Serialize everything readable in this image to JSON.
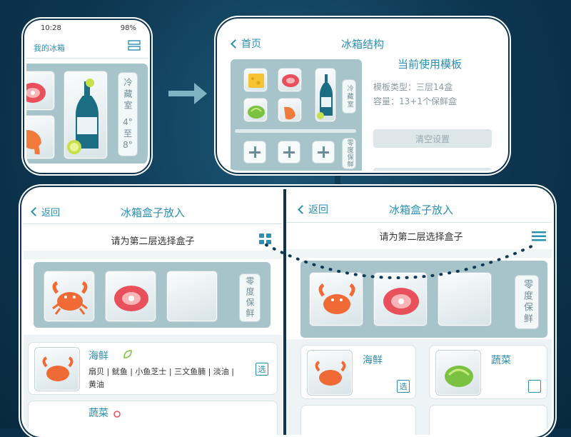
{
  "phone": {
    "time": "10:28",
    "battery": "98%",
    "title": "我的冰箱",
    "fridge_label": "冷藏室",
    "temp_top": "4°",
    "temp_mid": "至",
    "temp_bot": "8°"
  },
  "structure": {
    "back": "首页",
    "title": "冰箱结构",
    "current_template": "当前使用模板",
    "template_type": "模板类型：三层14盒",
    "capacity": "容量：13+1个保鲜盒",
    "clear_button": "清空设置",
    "fridge_label": "冷藏室",
    "fresh_label": "零度保鲜"
  },
  "left": {
    "back": "返回",
    "title": "冰箱盒子放入",
    "prompt": "请为第二层选择盒子",
    "fresh_label": "零度保鲜",
    "item1_name": "海鲜",
    "item1_desc": "扇贝 | 鱿鱼 | 小鱼芝士 | 三文鱼腩 | 淡油 | 黄油",
    "item1_select": "选",
    "item2_name": "蔬菜"
  },
  "right": {
    "back": "返回",
    "title": "冰箱盒子放入",
    "prompt": "请为第二层选择盒子",
    "fresh_label": "零度保鲜",
    "item1_name": "海鲜",
    "item1_select": "选",
    "item2_name": "蔬菜"
  }
}
